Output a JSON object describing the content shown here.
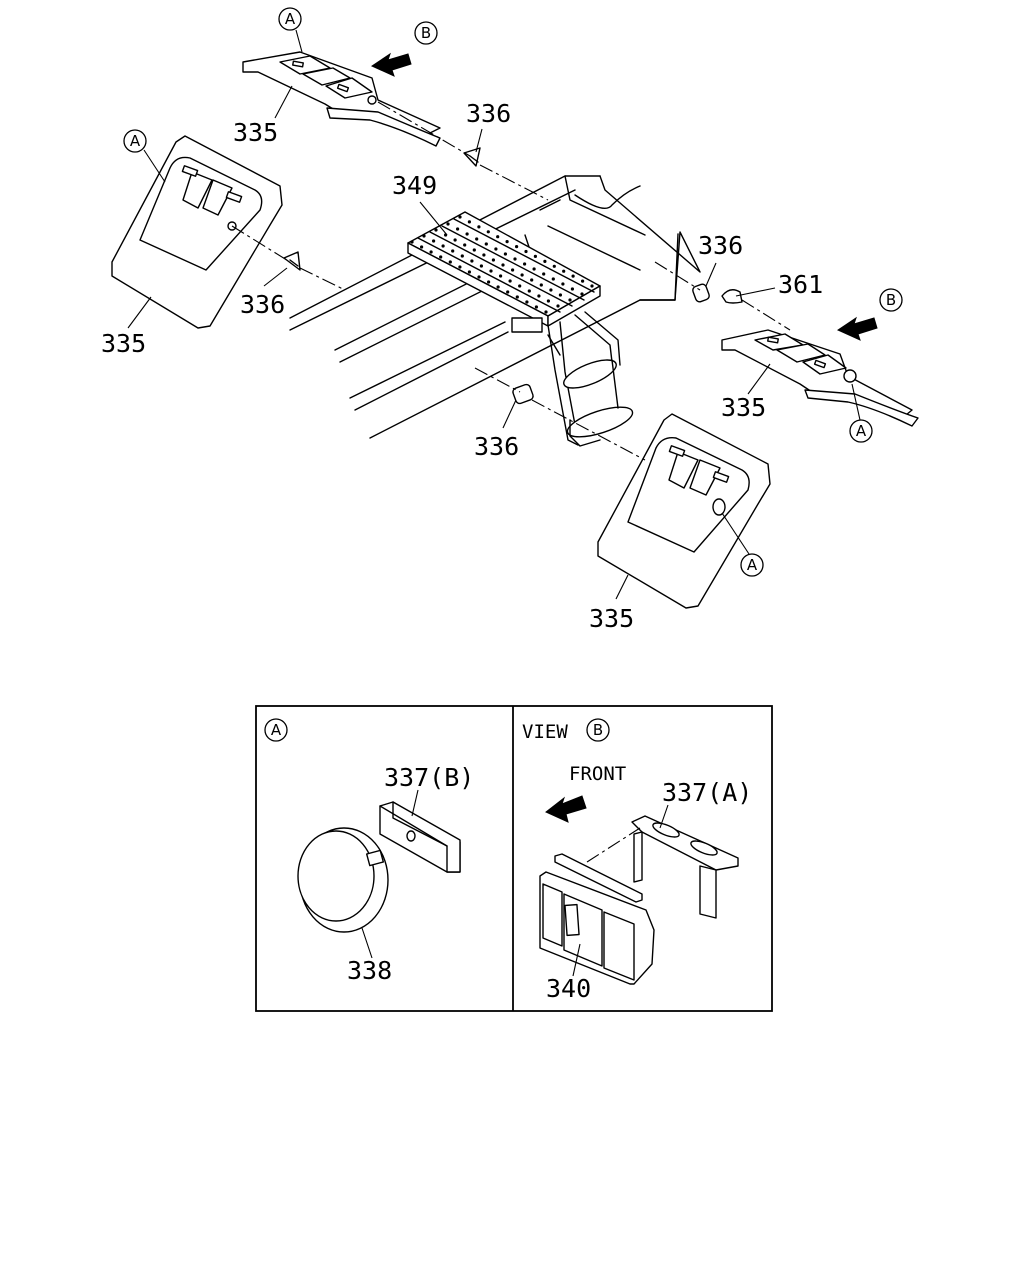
{
  "callouts": {
    "a": "A",
    "b": "B"
  },
  "part_numbers": {
    "p335": "335",
    "p336": "336",
    "p337a": "337(A)",
    "p337b": "337(B)",
    "p338": "338",
    "p340": "340",
    "p349": "349",
    "p361": "361"
  },
  "detail_panels": {
    "view_label": "VIEW",
    "front_label": "FRONT"
  }
}
